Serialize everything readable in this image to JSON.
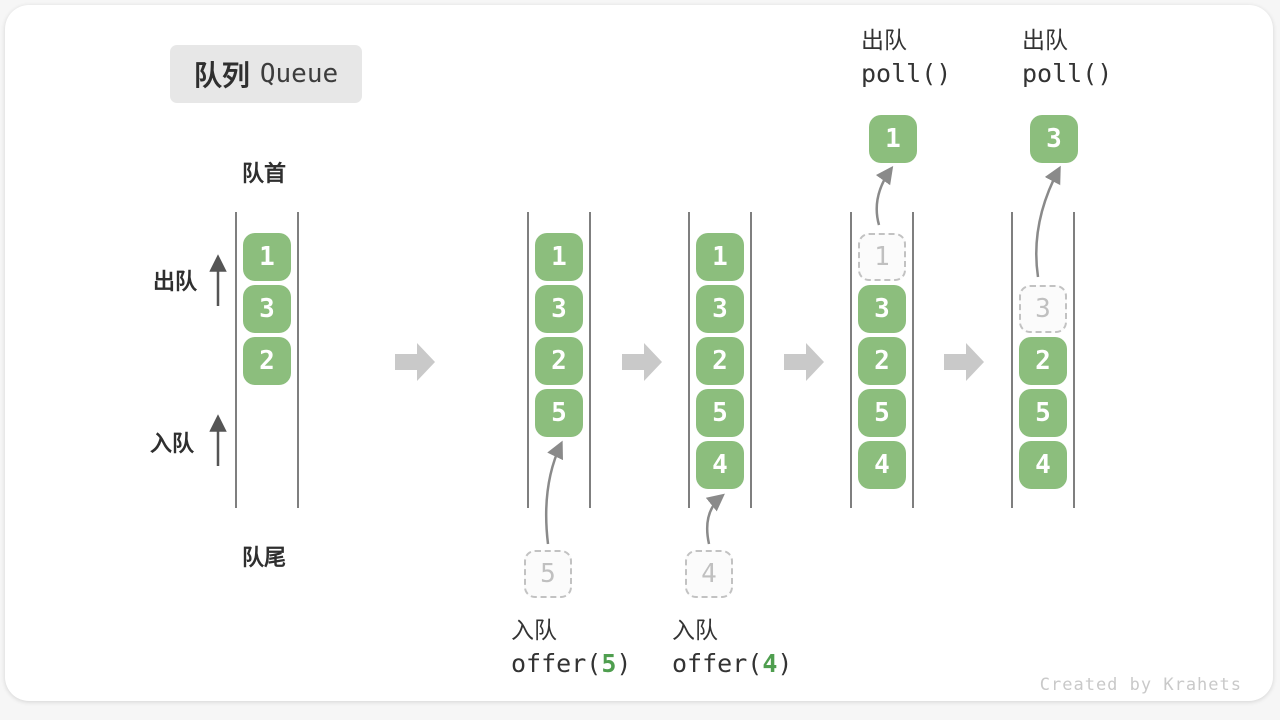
{
  "header": {
    "zh": "队列",
    "en": "Queue"
  },
  "labels": {
    "front": "队首",
    "rear": "队尾",
    "dequeue_side": "出队",
    "enqueue_side": "入队"
  },
  "watermark": "Created by Krahets",
  "colors": {
    "box_green": "#8CBE7D",
    "accent_green": "#4F9E4F",
    "ghost_border": "#c2c2c2",
    "ghost_text": "#c0c0c0",
    "channel_line": "#555555",
    "block_arrow": "#c9c9c9",
    "curve_arrow": "#8a8a8a",
    "title_bg": "#e7e7e7",
    "watermark": "#c9c9c9"
  },
  "columns": [
    {
      "slots": [
        {
          "value": "1",
          "state": "normal"
        },
        {
          "value": "3",
          "state": "normal"
        },
        {
          "value": "2",
          "state": "normal"
        }
      ]
    },
    {
      "slots": [
        {
          "value": "1",
          "state": "normal"
        },
        {
          "value": "3",
          "state": "normal"
        },
        {
          "value": "2",
          "state": "normal"
        },
        {
          "value": "5",
          "state": "normal"
        }
      ],
      "incoming": {
        "value": "5"
      },
      "operation": {
        "label": "入队",
        "code_prefix": "offer(",
        "code_arg": "5",
        "code_suffix": ")"
      }
    },
    {
      "slots": [
        {
          "value": "1",
          "state": "normal"
        },
        {
          "value": "3",
          "state": "normal"
        },
        {
          "value": "2",
          "state": "normal"
        },
        {
          "value": "5",
          "state": "normal"
        },
        {
          "value": "4",
          "state": "normal"
        }
      ],
      "incoming": {
        "value": "4"
      },
      "operation": {
        "label": "入队",
        "code_prefix": "offer(",
        "code_arg": "4",
        "code_suffix": ")"
      }
    },
    {
      "slots": [
        {
          "value": "1",
          "state": "ghost"
        },
        {
          "value": "3",
          "state": "normal"
        },
        {
          "value": "2",
          "state": "normal"
        },
        {
          "value": "5",
          "state": "normal"
        },
        {
          "value": "4",
          "state": "normal"
        }
      ],
      "outgoing": {
        "value": "1"
      },
      "operation": {
        "label": "出队",
        "code": "poll()"
      }
    },
    {
      "slots": [
        {
          "state": "empty"
        },
        {
          "value": "3",
          "state": "ghost"
        },
        {
          "value": "2",
          "state": "normal"
        },
        {
          "value": "5",
          "state": "normal"
        },
        {
          "value": "4",
          "state": "normal"
        }
      ],
      "outgoing": {
        "value": "3"
      },
      "operation": {
        "label": "出队",
        "code": "poll()"
      }
    }
  ]
}
